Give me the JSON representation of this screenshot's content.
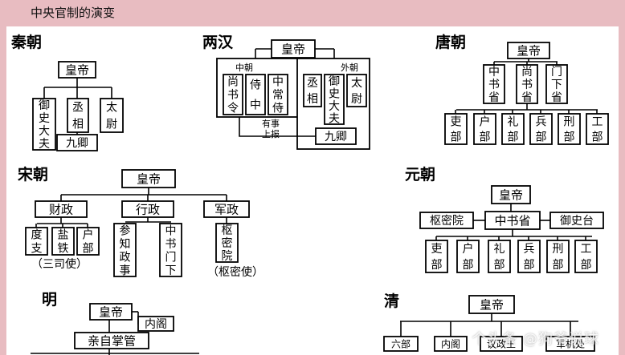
{
  "title": "中央官制的演变",
  "watermark": "个头条 @狗爷说球",
  "colors": {
    "background": "#e8bcc1",
    "board": "#ffffff",
    "line": "#000000"
  },
  "sections": {
    "qin": {
      "name": "秦朝",
      "emperor": "皇帝",
      "officials": [
        "御史大夫",
        "丞相",
        "太尉"
      ],
      "sub": "九卿"
    },
    "han": {
      "name": "两汉",
      "emperor": "皇帝",
      "inner_label": "中朝",
      "outer_label": "外朝",
      "inner": [
        "尚书令",
        "侍中",
        "中常侍"
      ],
      "outer": [
        "丞相",
        "御史大夫",
        "太尉"
      ],
      "report_label": "有事上报",
      "sub": "九卿"
    },
    "tang": {
      "name": "唐朝",
      "emperor": "皇帝",
      "sheng": [
        "中书省",
        "尚书省",
        "门下省"
      ],
      "bu": [
        "吏部",
        "户部",
        "礼部",
        "兵部",
        "刑部",
        "工部"
      ]
    },
    "song": {
      "name": "宋朝",
      "emperor": "皇帝",
      "branches": [
        "财政",
        "行政",
        "军政"
      ],
      "finance": [
        "度支",
        "盐铁",
        "户部"
      ],
      "admin": [
        "参知政事",
        "中书门下"
      ],
      "military": [
        "枢密院"
      ],
      "finance_note": "（三司使）",
      "military_note": "（枢密使）"
    },
    "yuan": {
      "name": "元朝",
      "emperor": "皇帝",
      "left": "枢密院",
      "center": "中书省",
      "right": "御史台",
      "bu": [
        "吏部",
        "户部",
        "礼部",
        "兵部",
        "刑部",
        "工部"
      ]
    },
    "ming": {
      "name": "明",
      "emperor": "皇帝",
      "cabinet": "内阁",
      "direct": "亲自掌管"
    },
    "qing": {
      "name": "清",
      "emperor": "皇帝",
      "children": [
        "六部",
        "内阁",
        "议政王",
        "军机处"
      ]
    }
  }
}
